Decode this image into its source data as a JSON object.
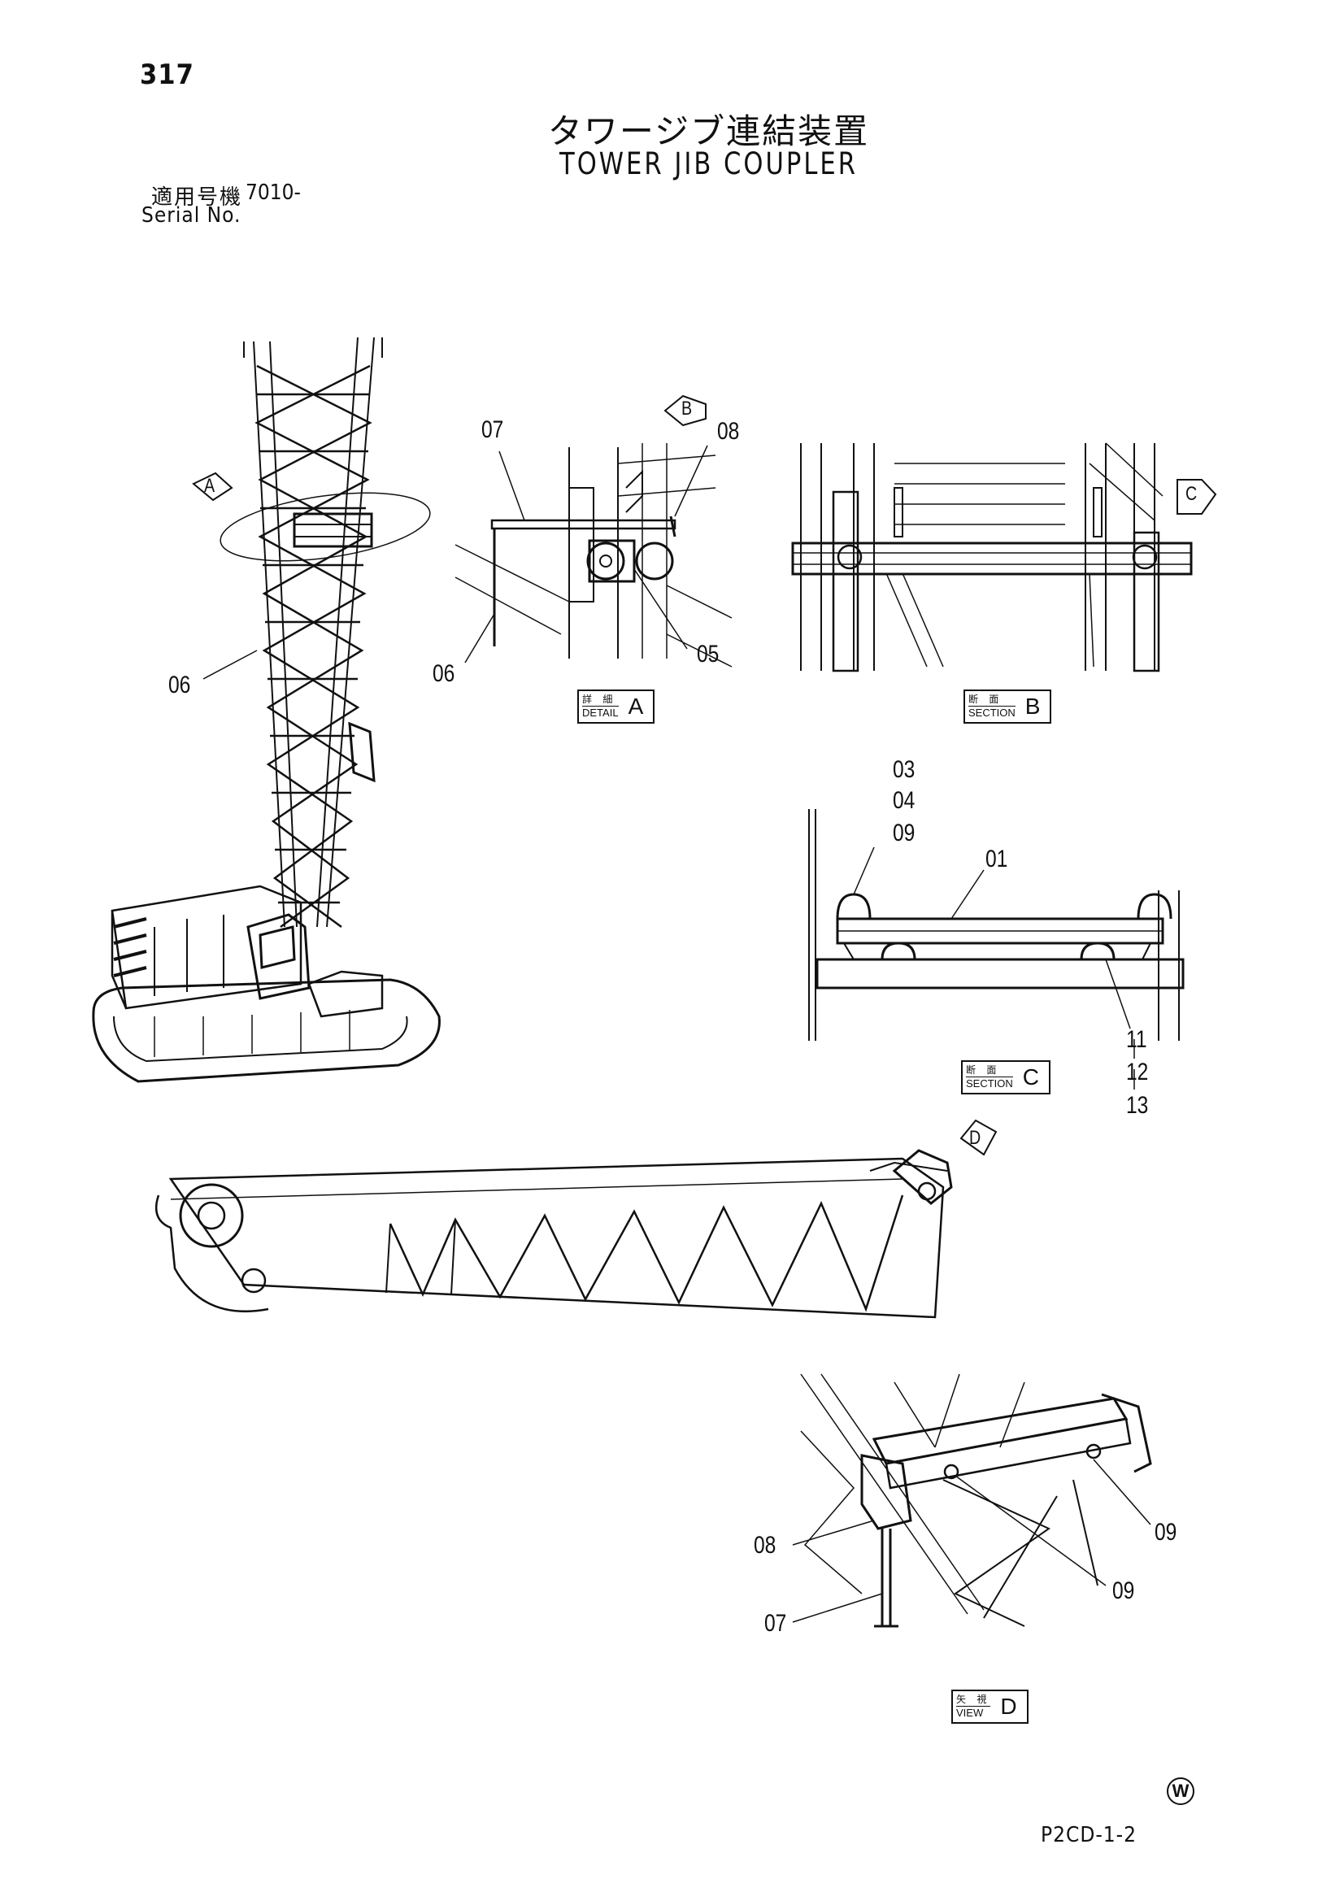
{
  "header": {
    "page_number": "317",
    "title_jp": "タワージブ連結装置",
    "title_en": "TOWER JIB COUPLER",
    "serial_label_jp": "適用号機",
    "serial_value": "7010-",
    "serial_label_en": "Serial No."
  },
  "views": {
    "detail_a": {
      "jp": "詳 細",
      "en": "DETAIL",
      "letter": "A"
    },
    "section_b": {
      "jp": "断 面",
      "en": "SECTION",
      "letter": "B"
    },
    "section_c": {
      "jp": "断 面",
      "en": "SECTION",
      "letter": "C"
    },
    "view_d": {
      "jp": "矢 視",
      "en": "VIEW",
      "letter": "D"
    }
  },
  "markers": {
    "a": "A",
    "b": "B",
    "c": "C",
    "d": "D"
  },
  "callouts": {
    "main_06": "06",
    "detail_07": "07",
    "detail_08": "08",
    "detail_05": "05",
    "detail_06": "06",
    "sec_c_03": "03",
    "sec_c_04": "04",
    "sec_c_09": "09",
    "sec_c_01": "01",
    "sec_c_11": "11",
    "sec_c_12": "12",
    "sec_c_13": "13",
    "view_d_08": "08",
    "view_d_07": "07",
    "view_d_09a": "09",
    "view_d_09b": "09"
  },
  "footer": {
    "doc_code": "P2CD-1-2",
    "w_mark": "W"
  }
}
